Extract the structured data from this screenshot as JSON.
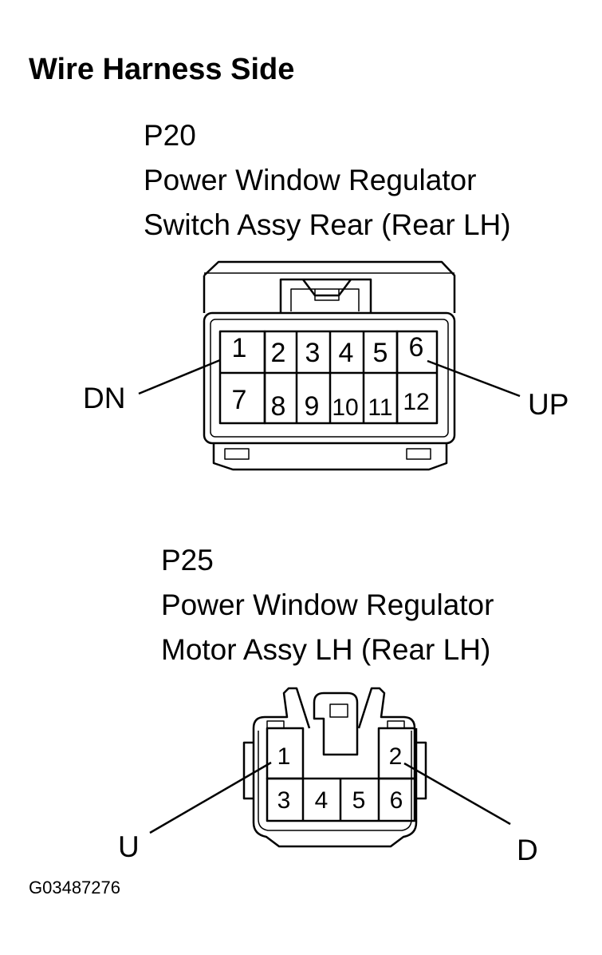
{
  "heading": "Wire Harness Side",
  "connector_p20": {
    "code": "P20",
    "name_line1": "Power Window Regulator",
    "name_line2": "Switch Assy Rear (Rear LH)",
    "pins": [
      "1",
      "2",
      "3",
      "4",
      "5",
      "6",
      "7",
      "8",
      "9",
      "10",
      "11",
      "12"
    ],
    "callout_left": "DN",
    "callout_right": "UP"
  },
  "connector_p25": {
    "code": "P25",
    "name_line1": "Power Window Regulator",
    "name_line2": "Motor Assy LH (Rear LH)",
    "pins": [
      "1",
      "2",
      "3",
      "4",
      "5",
      "6"
    ],
    "callout_left": "U",
    "callout_right": "D"
  },
  "figure_id": "G03487276"
}
